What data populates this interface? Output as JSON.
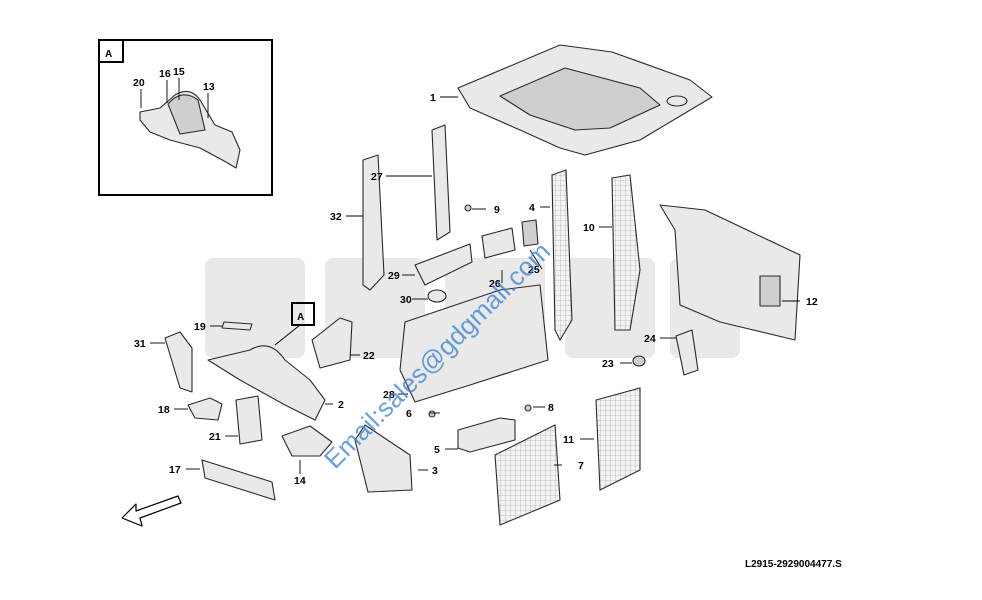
{
  "figure": {
    "reference_code": "L2915-2929004477.S",
    "detail_label": "A",
    "watermark_email": "Email:sales@gdgmall.com"
  },
  "callouts": [
    "1",
    "2",
    "3",
    "4",
    "5",
    "6",
    "7",
    "8",
    "9",
    "10",
    "11",
    "12",
    "13",
    "14",
    "15",
    "16",
    "17",
    "18",
    "19",
    "20",
    "21",
    "22",
    "23",
    "24",
    "25",
    "26",
    "27",
    "28",
    "29",
    "30",
    "31",
    "32"
  ]
}
